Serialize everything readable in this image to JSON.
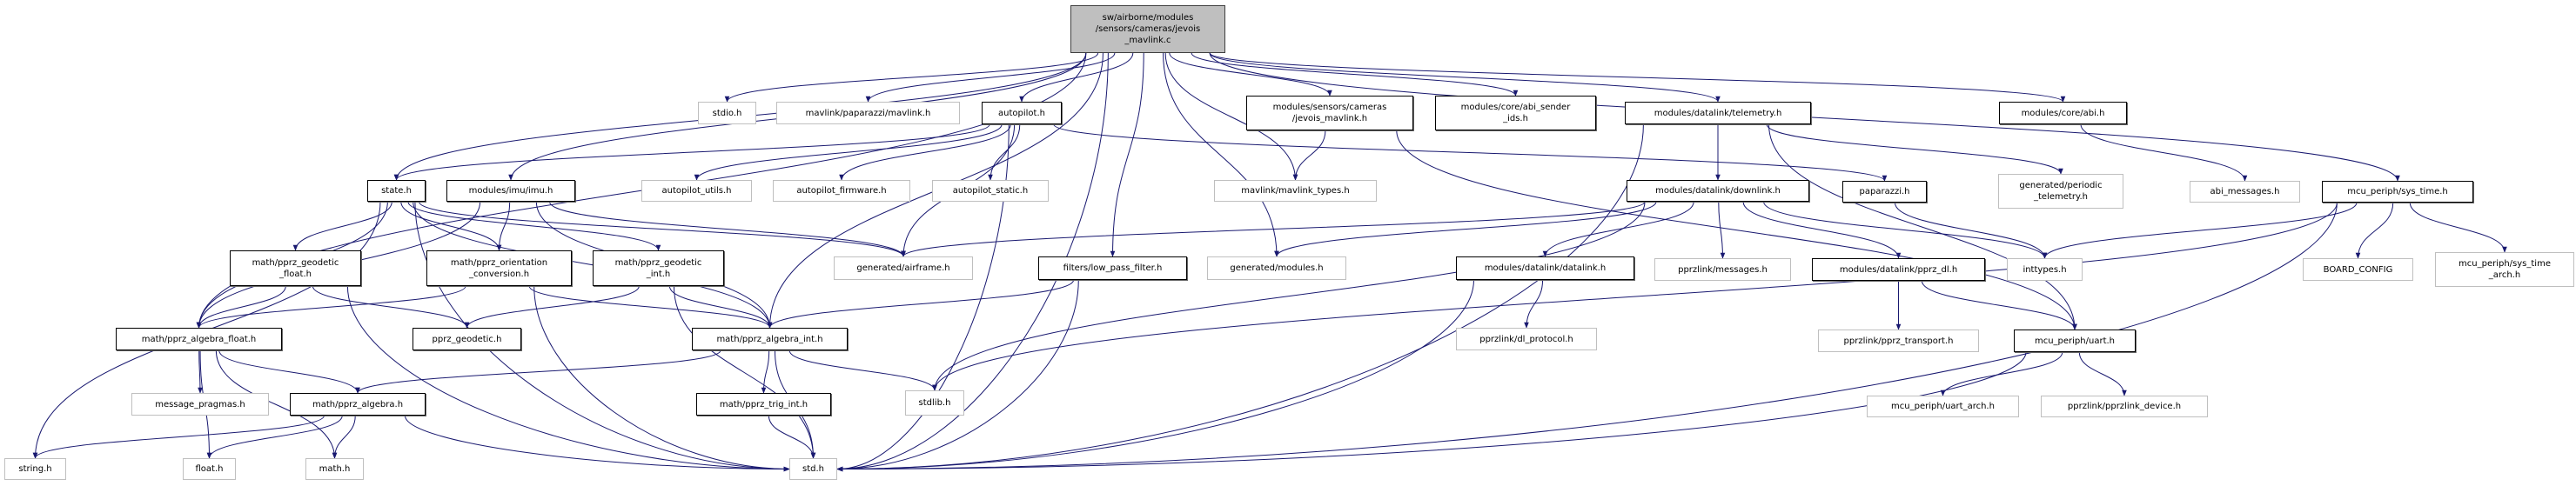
{
  "colors": {
    "edge": "#191970",
    "root_fill": "#bfbfbf",
    "documented_border": "#000000",
    "external_border": "#bfbfbf"
  },
  "nodes": {
    "root": {
      "label": "sw/airborne/modules\n/sensors/cameras/jevois\n_mavlink.c",
      "kind": "root"
    },
    "stdio": {
      "label": "stdio.h",
      "kind": "ext"
    },
    "pmavlink": {
      "label": "mavlink/paparazzi/mavlink.h",
      "kind": "ext"
    },
    "autopilot": {
      "label": "autopilot.h",
      "kind": "doc"
    },
    "jevois_h": {
      "label": "modules/sensors/cameras\n/jevois_mavlink.h",
      "kind": "doc"
    },
    "abi_sender": {
      "label": "modules/core/abi_sender\n_ids.h",
      "kind": "doc"
    },
    "telemetry": {
      "label": "modules/datalink/telemetry.h",
      "kind": "doc"
    },
    "abi": {
      "label": "modules/core/abi.h",
      "kind": "doc"
    },
    "state": {
      "label": "state.h",
      "kind": "doc"
    },
    "imu": {
      "label": "modules/imu/imu.h",
      "kind": "doc"
    },
    "ap_utils": {
      "label": "autopilot_utils.h",
      "kind": "ext"
    },
    "ap_firmware": {
      "label": "autopilot_firmware.h",
      "kind": "ext"
    },
    "ap_static": {
      "label": "autopilot_static.h",
      "kind": "ext"
    },
    "mavlink_types": {
      "label": "mavlink/mavlink_types.h",
      "kind": "ext"
    },
    "downlink": {
      "label": "modules/datalink/downlink.h",
      "kind": "doc"
    },
    "paparazzi": {
      "label": "paparazzi.h",
      "kind": "doc"
    },
    "periodic": {
      "label": "generated/periodic\n_telemetry.h",
      "kind": "ext"
    },
    "abi_messages": {
      "label": "abi_messages.h",
      "kind": "ext"
    },
    "sys_time": {
      "label": "mcu_periph/sys_time.h",
      "kind": "doc"
    },
    "geo_float": {
      "label": "math/pprz_geodetic\n_float.h",
      "kind": "doc"
    },
    "orient": {
      "label": "math/pprz_orientation\n_conversion.h",
      "kind": "doc"
    },
    "geo_int": {
      "label": "math/pprz_geodetic\n_int.h",
      "kind": "doc"
    },
    "airframe": {
      "label": "generated/airframe.h",
      "kind": "ext"
    },
    "lpf": {
      "label": "filters/low_pass_filter.h",
      "kind": "doc"
    },
    "gen_modules": {
      "label": "generated/modules.h",
      "kind": "ext"
    },
    "datalink": {
      "label": "modules/datalink/datalink.h",
      "kind": "doc"
    },
    "messages": {
      "label": "pprzlink/messages.h",
      "kind": "ext"
    },
    "pprz_dl": {
      "label": "modules/datalink/pprz_dl.h",
      "kind": "doc"
    },
    "inttypes": {
      "label": "inttypes.h",
      "kind": "ext"
    },
    "board_config": {
      "label": "BOARD_CONFIG",
      "kind": "ext"
    },
    "sys_time_arch": {
      "label": "mcu_periph/sys_time\n_arch.h",
      "kind": "ext"
    },
    "alg_float": {
      "label": "math/pprz_algebra_float.h",
      "kind": "doc"
    },
    "pprz_geodetic": {
      "label": "pprz_geodetic.h",
      "kind": "doc"
    },
    "alg_int": {
      "label": "math/pprz_algebra_int.h",
      "kind": "doc"
    },
    "dl_protocol": {
      "label": "pprzlink/dl_protocol.h",
      "kind": "ext"
    },
    "pprz_transport": {
      "label": "pprzlink/pprz_transport.h",
      "kind": "ext"
    },
    "uart": {
      "label": "mcu_periph/uart.h",
      "kind": "doc"
    },
    "msg_pragmas": {
      "label": "message_pragmas.h",
      "kind": "ext"
    },
    "alg": {
      "label": "math/pprz_algebra.h",
      "kind": "doc"
    },
    "trig_int": {
      "label": "math/pprz_trig_int.h",
      "kind": "doc"
    },
    "stdlib": {
      "label": "stdlib.h",
      "kind": "ext"
    },
    "uart_arch": {
      "label": "mcu_periph/uart_arch.h",
      "kind": "ext"
    },
    "pprzlink_device": {
      "label": "pprzlink/pprzlink_device.h",
      "kind": "ext"
    },
    "string": {
      "label": "string.h",
      "kind": "ext"
    },
    "float": {
      "label": "float.h",
      "kind": "ext"
    },
    "math": {
      "label": "math.h",
      "kind": "ext"
    },
    "std": {
      "label": "std.h",
      "kind": "ext"
    }
  },
  "edges": [
    [
      "root",
      "stdio"
    ],
    [
      "root",
      "pmavlink"
    ],
    [
      "root",
      "autopilot"
    ],
    [
      "root",
      "jevois_h"
    ],
    [
      "root",
      "abi_sender"
    ],
    [
      "root",
      "telemetry"
    ],
    [
      "root",
      "abi"
    ],
    [
      "root",
      "sys_time"
    ],
    [
      "root",
      "state"
    ],
    [
      "root",
      "imu"
    ],
    [
      "root",
      "std"
    ],
    [
      "root",
      "lpf"
    ],
    [
      "root",
      "gen_modules"
    ],
    [
      "root",
      "mavlink_types"
    ],
    [
      "root",
      "alg_float"
    ],
    [
      "root",
      "alg_int"
    ],
    [
      "autopilot",
      "state"
    ],
    [
      "autopilot",
      "ap_utils"
    ],
    [
      "autopilot",
      "ap_firmware"
    ],
    [
      "autopilot",
      "ap_static"
    ],
    [
      "autopilot",
      "airframe"
    ],
    [
      "autopilot",
      "std"
    ],
    [
      "autopilot",
      "paparazzi"
    ],
    [
      "jevois_h",
      "mavlink_types"
    ],
    [
      "jevois_h",
      "uart"
    ],
    [
      "telemetry",
      "downlink"
    ],
    [
      "telemetry",
      "periodic"
    ],
    [
      "telemetry",
      "uart"
    ],
    [
      "telemetry",
      "std"
    ],
    [
      "abi",
      "abi_messages"
    ],
    [
      "downlink",
      "airframe"
    ],
    [
      "downlink",
      "gen_modules"
    ],
    [
      "downlink",
      "datalink"
    ],
    [
      "downlink",
      "messages"
    ],
    [
      "downlink",
      "pprz_dl"
    ],
    [
      "downlink",
      "inttypes"
    ],
    [
      "downlink",
      "stdlib"
    ],
    [
      "paparazzi",
      "inttypes"
    ],
    [
      "sys_time",
      "inttypes"
    ],
    [
      "sys_time",
      "board_config"
    ],
    [
      "sys_time",
      "sys_time_arch"
    ],
    [
      "sys_time",
      "std"
    ],
    [
      "sys_time",
      "stdlib"
    ],
    [
      "datalink",
      "dl_protocol"
    ],
    [
      "datalink",
      "std"
    ],
    [
      "pprz_dl",
      "pprz_transport"
    ],
    [
      "pprz_dl",
      "uart"
    ],
    [
      "uart",
      "uart_arch"
    ],
    [
      "uart",
      "pprzlink_device"
    ],
    [
      "uart",
      "std"
    ],
    [
      "state",
      "alg_float"
    ],
    [
      "state",
      "geo_float"
    ],
    [
      "state",
      "orient"
    ],
    [
      "state",
      "geo_int"
    ],
    [
      "state",
      "airframe"
    ],
    [
      "state",
      "string"
    ],
    [
      "state",
      "std"
    ],
    [
      "state",
      "alg_int"
    ],
    [
      "imu",
      "orient"
    ],
    [
      "imu",
      "alg_int"
    ],
    [
      "imu",
      "airframe"
    ],
    [
      "imu",
      "alg_float"
    ],
    [
      "geo_float",
      "alg_float"
    ],
    [
      "geo_float",
      "pprz_geodetic"
    ],
    [
      "geo_float",
      "std"
    ],
    [
      "orient",
      "alg_float"
    ],
    [
      "orient",
      "alg_int"
    ],
    [
      "orient",
      "std"
    ],
    [
      "geo_int",
      "pprz_geodetic"
    ],
    [
      "geo_int",
      "alg_int"
    ],
    [
      "geo_int",
      "std"
    ],
    [
      "lpf",
      "alg_int"
    ],
    [
      "lpf",
      "std"
    ],
    [
      "alg_float",
      "msg_pragmas"
    ],
    [
      "alg_float",
      "alg"
    ],
    [
      "alg_float",
      "float"
    ],
    [
      "alg_float",
      "math"
    ],
    [
      "alg_int",
      "alg"
    ],
    [
      "alg_int",
      "trig_int"
    ],
    [
      "alg_int",
      "stdlib"
    ],
    [
      "alg_int",
      "std"
    ],
    [
      "alg",
      "string"
    ],
    [
      "alg",
      "float"
    ],
    [
      "alg",
      "math"
    ],
    [
      "alg",
      "std"
    ],
    [
      "trig_int",
      "std"
    ]
  ]
}
